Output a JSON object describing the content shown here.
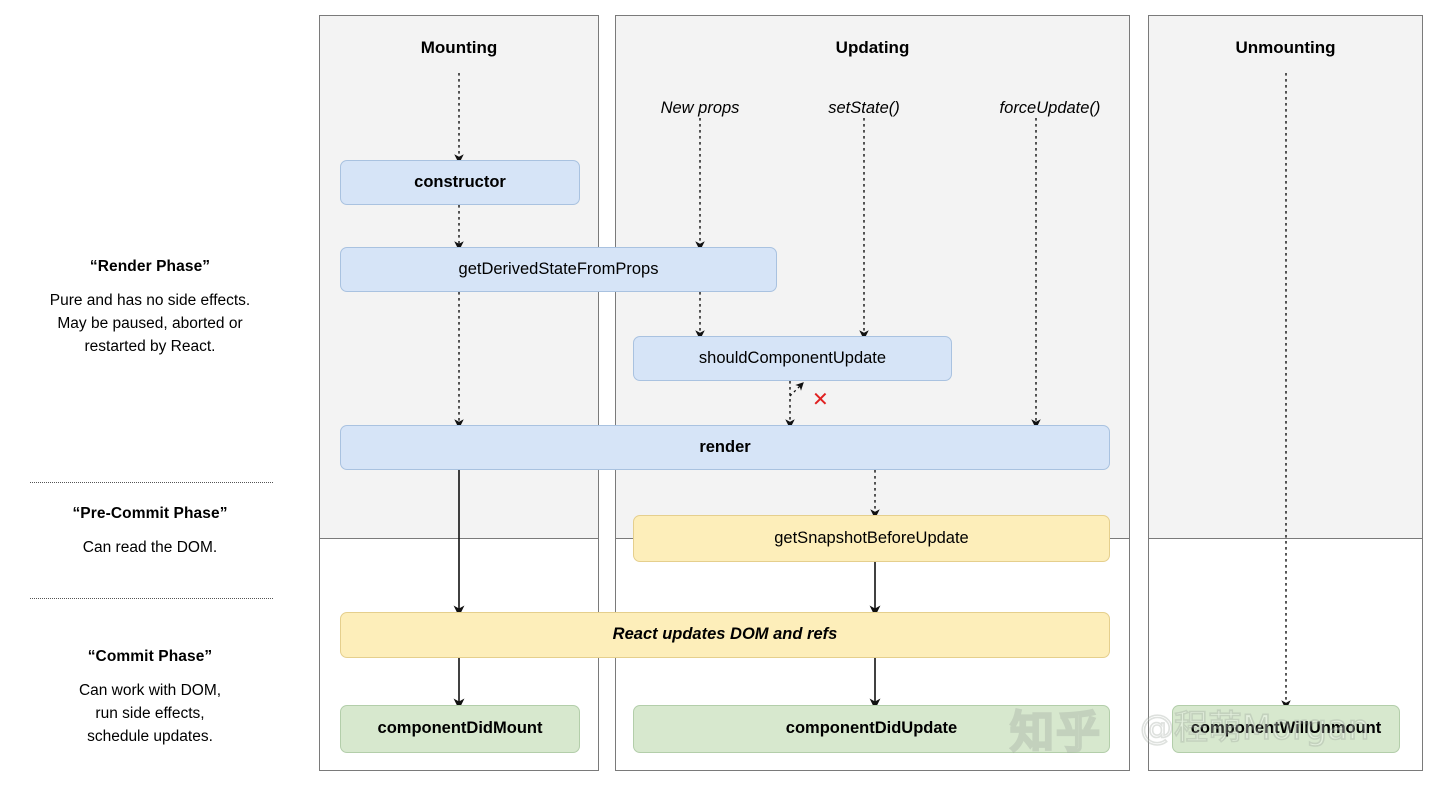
{
  "legend": {
    "phases": [
      {
        "title": "“Render Phase”",
        "body": "Pure and has no side effects.\nMay be paused, aborted or\nrestarted by React."
      },
      {
        "title": "“Pre-Commit Phase”",
        "body": "Can read the DOM."
      },
      {
        "title": "“Commit Phase”",
        "body": "Can work with DOM,\nrun side effects,\nschedule updates."
      }
    ]
  },
  "columns": [
    {
      "id": "mounting",
      "title": "Mounting"
    },
    {
      "id": "updating",
      "title": "Updating"
    },
    {
      "id": "unmounting",
      "title": "Unmounting"
    }
  ],
  "triggers": [
    {
      "id": "new-props",
      "label": "New props"
    },
    {
      "id": "set-state",
      "label": "setState()"
    },
    {
      "id": "force-update",
      "label": "forceUpdate()"
    }
  ],
  "nodes": [
    {
      "id": "constructor",
      "label": "constructor",
      "color": "blue"
    },
    {
      "id": "get-derived-state",
      "label": "getDerivedStateFromProps",
      "color": "blue"
    },
    {
      "id": "should-component-update",
      "label": "shouldComponentUpdate",
      "color": "blue"
    },
    {
      "id": "render",
      "label": "render",
      "color": "blue"
    },
    {
      "id": "get-snapshot",
      "label": "getSnapshotBeforeUpdate",
      "color": "yellow"
    },
    {
      "id": "react-updates-dom",
      "label": "React updates DOM and refs",
      "color": "yellow"
    },
    {
      "id": "component-did-mount",
      "label": "componentDidMount",
      "color": "green"
    },
    {
      "id": "component-did-update",
      "label": "componentDidUpdate",
      "color": "green"
    },
    {
      "id": "component-will-unmount",
      "label": "componentWillUnmount",
      "color": "green"
    }
  ],
  "annotations": {
    "skip_render_mark": "✕"
  },
  "watermark": {
    "site": "知乎",
    "handle": "@程萌Morgan"
  },
  "colors": {
    "blue_fill": "#d6e4f7",
    "blue_border": "#a9c2e0",
    "yellow_fill": "#fdeeba",
    "yellow_border": "#e5cf8d",
    "green_fill": "#d7e8ce",
    "green_border": "#b3ceaa",
    "panel_gray": "#f3f3f3",
    "panel_border": "#7a7a7a",
    "x_mark_red": "#e02020"
  }
}
